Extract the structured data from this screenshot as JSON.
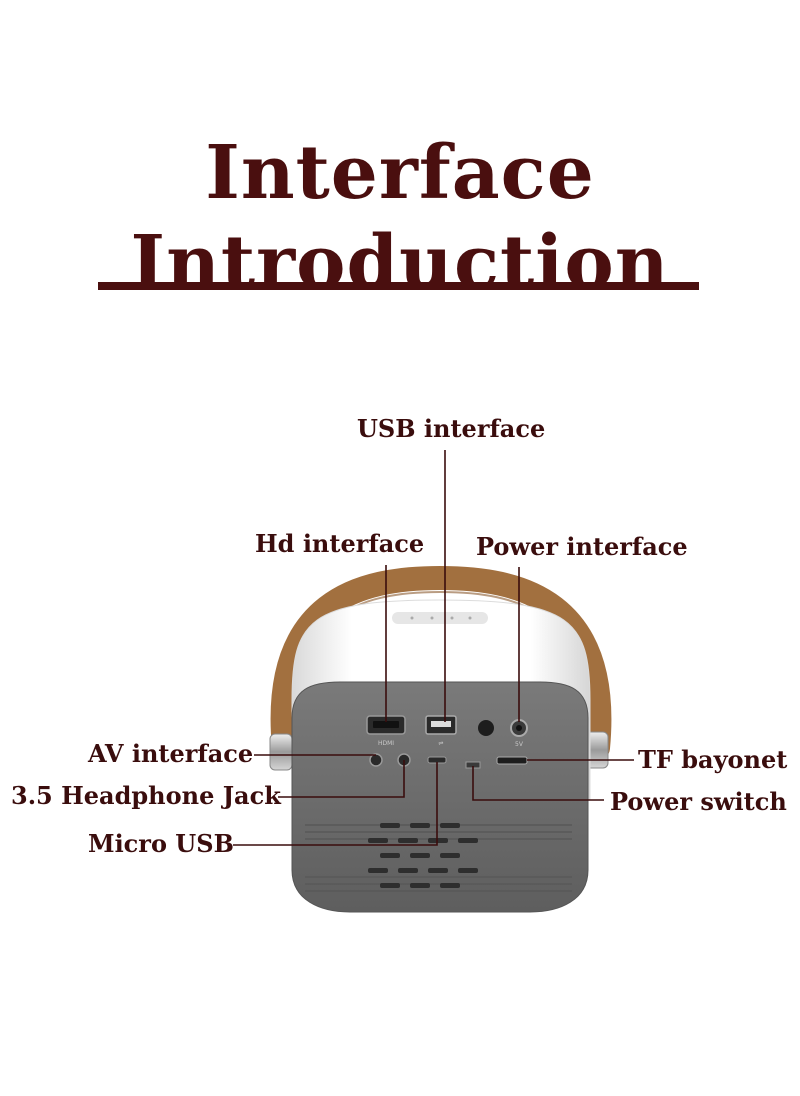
{
  "title": "Interface Introduction",
  "labels": {
    "usb": "USB interface",
    "hd": "Hd interface",
    "power": "Power interface",
    "av": "AV interface",
    "headphone": "3.5 Headphone Jack",
    "micro_usb": "Micro USB",
    "tf": "TF bayonet",
    "switch": "Power switch"
  },
  "colors": {
    "title": "#4a0f0f",
    "label": "#3a0d0d",
    "handle": "#a2703f",
    "body_gray": "#6e6e6e",
    "shell_white": "#f7f7f7"
  }
}
